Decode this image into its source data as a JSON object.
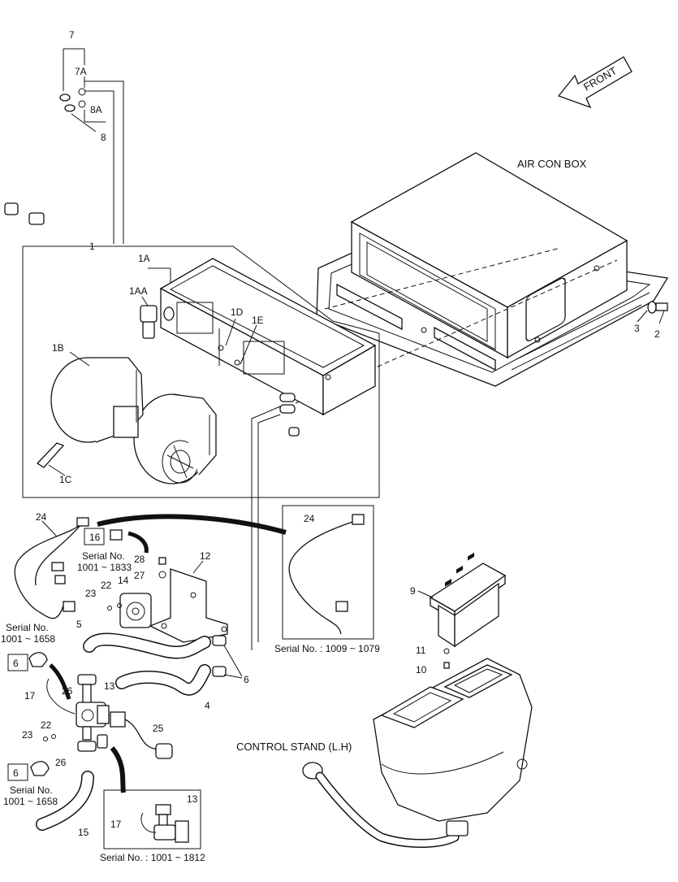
{
  "direction_label": "FRONT",
  "section_labels": {
    "air_con_box": "AIR CON BOX",
    "control_stand": "CONTROL STAND (L.H)"
  },
  "part_numbers": {
    "p1": "1",
    "p1A": "1A",
    "p1AA": "1AA",
    "p1B": "1B",
    "p1C": "1C",
    "p1D": "1D",
    "p1E": "1E",
    "p2": "2",
    "p3": "3",
    "p4": "4",
    "p5": "5",
    "p6a": "6",
    "p6b": "6",
    "p6c": "6",
    "p7": "7",
    "p7A": "7A",
    "p8": "8",
    "p8A": "8A",
    "p9": "9",
    "p10": "10",
    "p11": "11",
    "p12": "12",
    "p13a": "13",
    "p13b": "13",
    "p14": "14",
    "p15": "15",
    "p16": "16",
    "p17a": "17",
    "p17b": "17",
    "p22a": "22",
    "p22b": "22",
    "p23a": "23",
    "p23b": "23",
    "p24a": "24",
    "p24b": "24",
    "p25": "25",
    "p26a": "26",
    "p26b": "26",
    "p27": "27",
    "p28": "28"
  },
  "serial_notes": {
    "s16_label": "Serial No.",
    "s16_range": "1001 ~ 1833",
    "s6a_label": "Serial No.",
    "s6a_range": "1001 ~ 1658",
    "s6b_label": "Serial No.",
    "s6b_range": "1001 ~ 1658",
    "s24_box": "Serial No. : 1009 ~ 1079",
    "s13_box": "Serial No. : 1001 ~ 1812"
  }
}
